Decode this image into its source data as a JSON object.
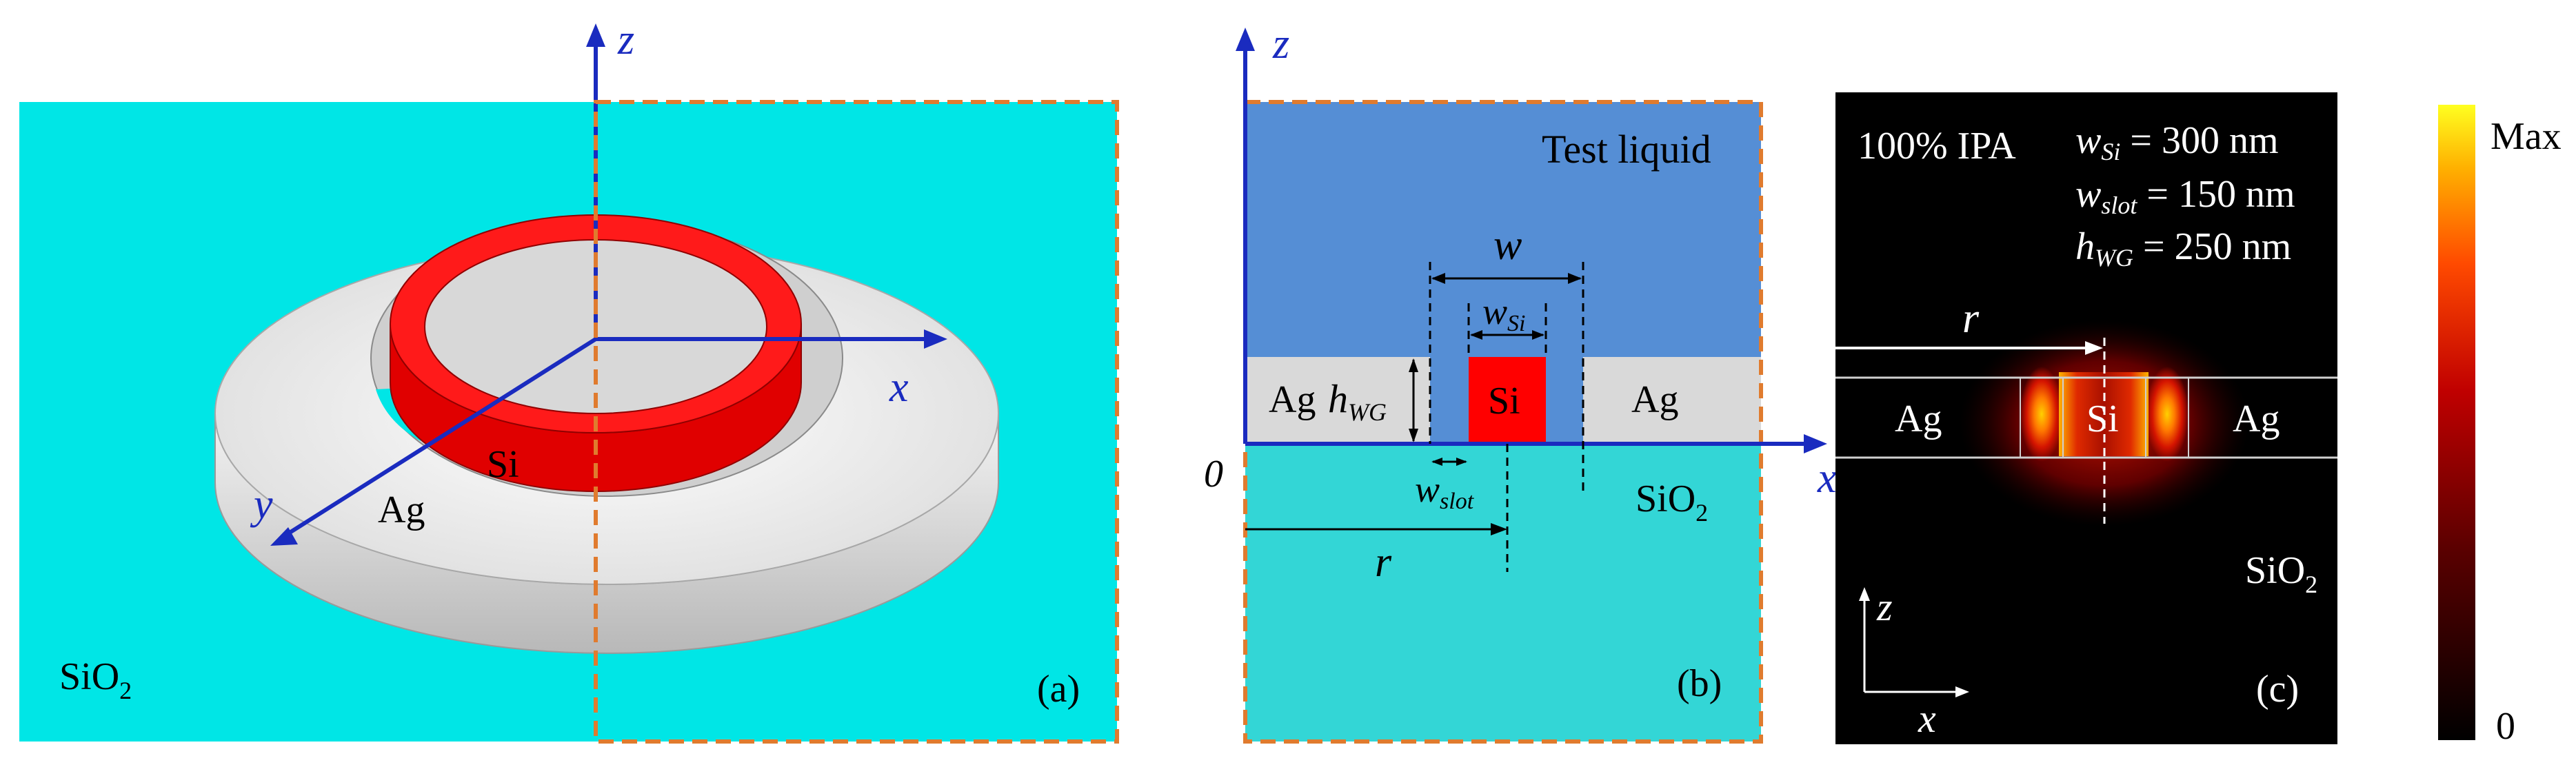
{
  "panel_a": {
    "axis_x": "x",
    "axis_y": "y",
    "axis_z": "z",
    "label_si": "Si",
    "label_ag": "Ag",
    "label_sio2_main": "SiO",
    "label_sio2_sub": "2",
    "tag": "(a)"
  },
  "panel_b": {
    "axis_x": "x",
    "axis_z": "z",
    "origin": "0",
    "label_test_liquid": "Test liquid",
    "label_w": "w",
    "label_wsi_main": "w",
    "label_wsi_sub": "Si",
    "label_ag_left": "Ag",
    "label_hwg_main": "h",
    "label_hwg_sub": "WG",
    "label_si": "Si",
    "label_ag_right": "Ag",
    "label_wslot_main": "w",
    "label_wslot_sub": "slot",
    "label_sio2_main": "SiO",
    "label_sio2_sub": "2",
    "label_r": "r",
    "tag": "(b)"
  },
  "panel_c": {
    "label_ipa": "100% IPA",
    "param_wsi_main": "w",
    "param_wsi_sub": "Si",
    "param_wsi_value": " = 300 nm",
    "param_wslot_main": "w",
    "param_wslot_sub": "slot",
    "param_wslot_value": " = 150 nm",
    "param_hwg_main": "h",
    "param_hwg_sub": "WG",
    "param_hwg_value": " = 250 nm",
    "label_r": "r",
    "label_ag_left": "Ag",
    "label_si": "Si",
    "label_ag_right": "Ag",
    "label_sio2_main": "SiO",
    "label_sio2_sub": "2",
    "axis_z": "z",
    "axis_x": "x",
    "tag": "(c)"
  },
  "colorbar": {
    "max_label": "Max",
    "min_label": "0"
  },
  "colors": {
    "sio2": "#00e6e6",
    "sio2_cross": "#33d6d6",
    "test_liquid": "#558ed5",
    "ag": "#d9d9d9",
    "si": "#ff0000",
    "axis": "#1a2bbf",
    "dashed_box": "#e07b2e"
  }
}
